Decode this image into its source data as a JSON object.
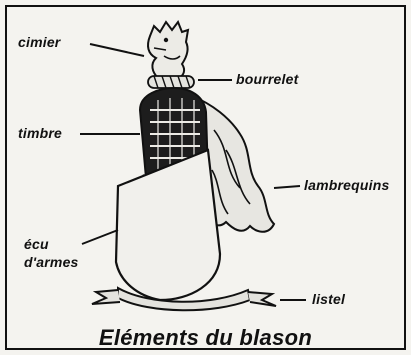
{
  "title": "Eléments du blason",
  "labels": {
    "cimier": "cimier",
    "bourrelet": "bourrelet",
    "timbre": "timbre",
    "lambrequins": "lambrequins",
    "ecu_line1": "écu",
    "ecu_line2": "d'armes",
    "listel": "listel"
  },
  "colors": {
    "background": "#f4f3ef",
    "ink": "#111111",
    "helmet_dark": "#1d1d1d"
  }
}
